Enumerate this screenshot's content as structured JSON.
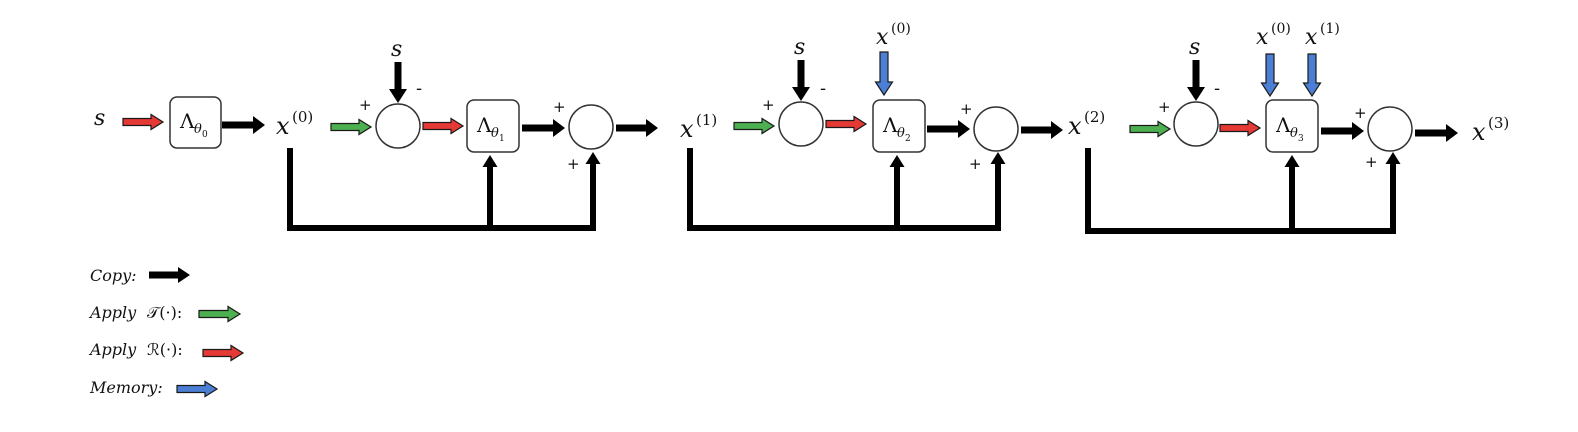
{
  "labels": {
    "s": "s",
    "x": "x",
    "sup0": "(0)",
    "sup1": "(1)",
    "sup2": "(2)",
    "sup3": "(3)",
    "plus": "+",
    "minus": "-",
    "lambda": "Λ",
    "theta": "θ",
    "sub0": "0",
    "sub1": "1",
    "sub2": "2",
    "sub3": "3"
  },
  "legend": {
    "copy_label": "Copy:",
    "t_prefix": "Apply",
    "t_op": "𝒯(·):",
    "r_prefix": "Apply",
    "r_op": "ℛ(·):",
    "memory_label": "Memory:"
  },
  "colors": {
    "copy": "#000000",
    "transform": "#4caf50",
    "restore": "#e53935",
    "memory": "#4a7fd4"
  }
}
